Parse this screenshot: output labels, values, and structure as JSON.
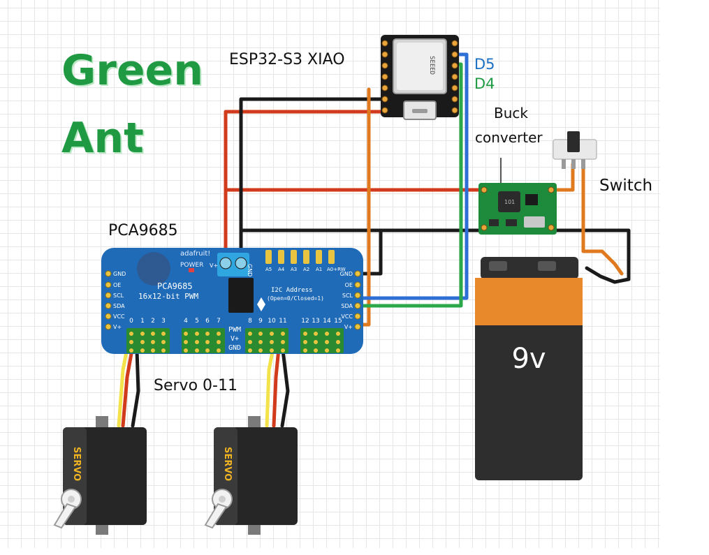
{
  "title_line1": "Green",
  "title_line2": "Ant",
  "labels": {
    "mcu": "ESP32-S3 XIAO",
    "mcu_chip_text": "SEEED",
    "pin_d5": "D5",
    "pin_d4": "D4",
    "buck": "Buck converter",
    "buck_line1": "Buck",
    "buck_line2": "converter",
    "switch": "Switch",
    "pwm_driver": "PCA9685",
    "servo_group": "Servo 0-11",
    "battery": "9v",
    "servo_case": "SERVO"
  },
  "board": {
    "brand": "adafruit!",
    "power": "POWER",
    "part": "PCA9685",
    "subtitle": "16x12-bit PWM",
    "i2c_title": "I2C Address",
    "i2c_sub": "(Open=0/Closed=1)",
    "addr_pins": [
      "A5",
      "A4",
      "A3",
      "A2",
      "A1",
      "A0+RW"
    ],
    "left_pins": [
      "GND",
      "OE",
      "SCL",
      "SDA",
      "VCC",
      "V+"
    ],
    "right_pins": [
      "GND",
      "OE",
      "SCL",
      "SDA",
      "VCC",
      "V+"
    ],
    "channels_a": [
      "0",
      "1",
      "2",
      "3",
      "4",
      "5",
      "6",
      "7"
    ],
    "channels_b": [
      "8",
      "9",
      "10",
      "11",
      "12",
      "13",
      "14",
      "15"
    ],
    "pwm_rows": [
      "PWM",
      "V+",
      "GND"
    ],
    "terminal_vplus": "V+",
    "terminal_gnd": "GND"
  },
  "colors": {
    "title": "#1f9a43",
    "board": "#1f6bb8",
    "red_wire": "#d13a1a",
    "black_wire": "#1a1a1a",
    "orange_wire": "#e07a1f",
    "blue_wire": "#2e6fd6",
    "green_wire": "#2aa84a",
    "yellow_wire": "#f3e24a",
    "buck_pcb": "#1e8a3c",
    "battery_top": "#e8892c",
    "battery_bottom": "#2e2e2e",
    "pin_d5": "#1b6fc2",
    "pin_d4": "#1f9a43"
  }
}
